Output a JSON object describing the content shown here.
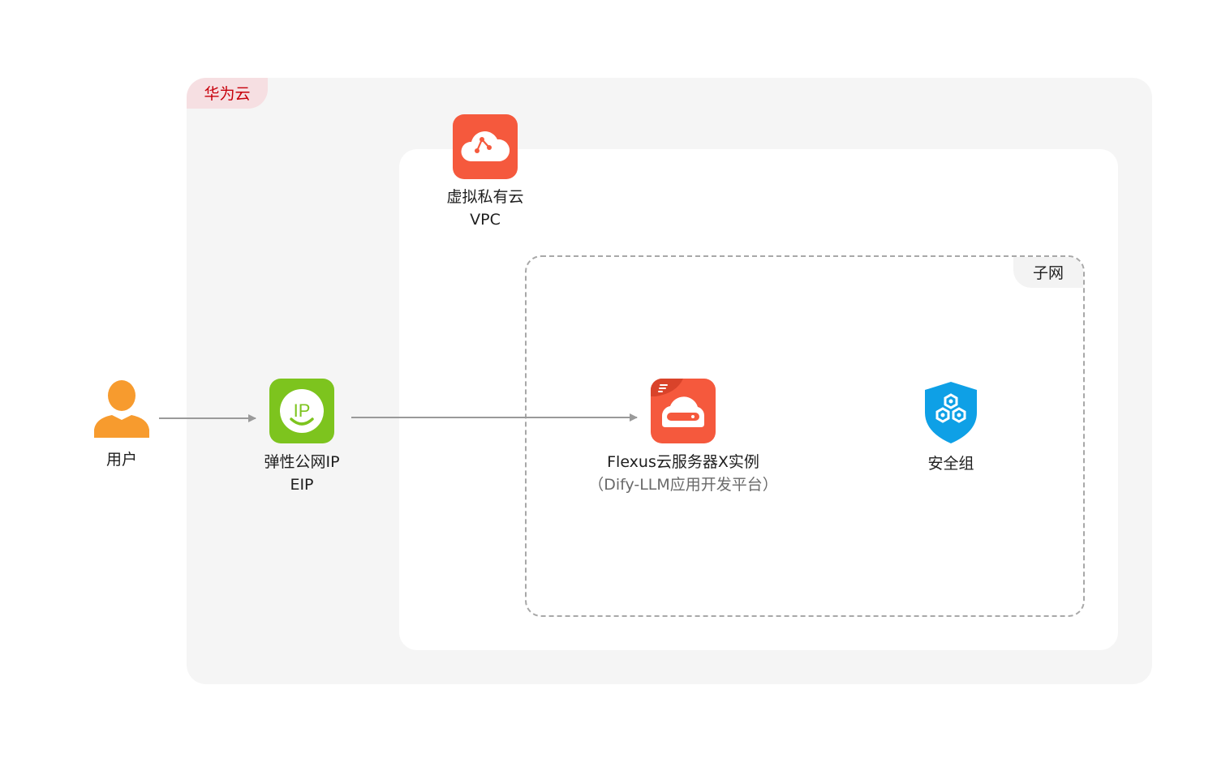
{
  "containers": {
    "cloud_label": "华为云",
    "subnet_label": "子网"
  },
  "nodes": {
    "vpc": {
      "name": "虚拟私有云",
      "abbr": "VPC",
      "icon": "vpc-cloud-icon",
      "color": "#f5593d"
    },
    "user": {
      "name": "用户",
      "icon": "user-icon",
      "color": "#f79b2e"
    },
    "eip": {
      "name": "弹性公网IP",
      "abbr": "EIP",
      "icon": "eip-icon",
      "color": "#7dc41e",
      "icon_text": "IP"
    },
    "flexus": {
      "name": "Flexus云服务器X实例",
      "detail": "（Dify-LLM应用开发平台）",
      "icon": "server-icon",
      "color": "#f5593d"
    },
    "security_group": {
      "name": "安全组",
      "icon": "security-shield-icon",
      "color": "#0ea0e6"
    }
  },
  "colors": {
    "brand_red": "#c7000b",
    "arrow": "#9a9a9a"
  }
}
